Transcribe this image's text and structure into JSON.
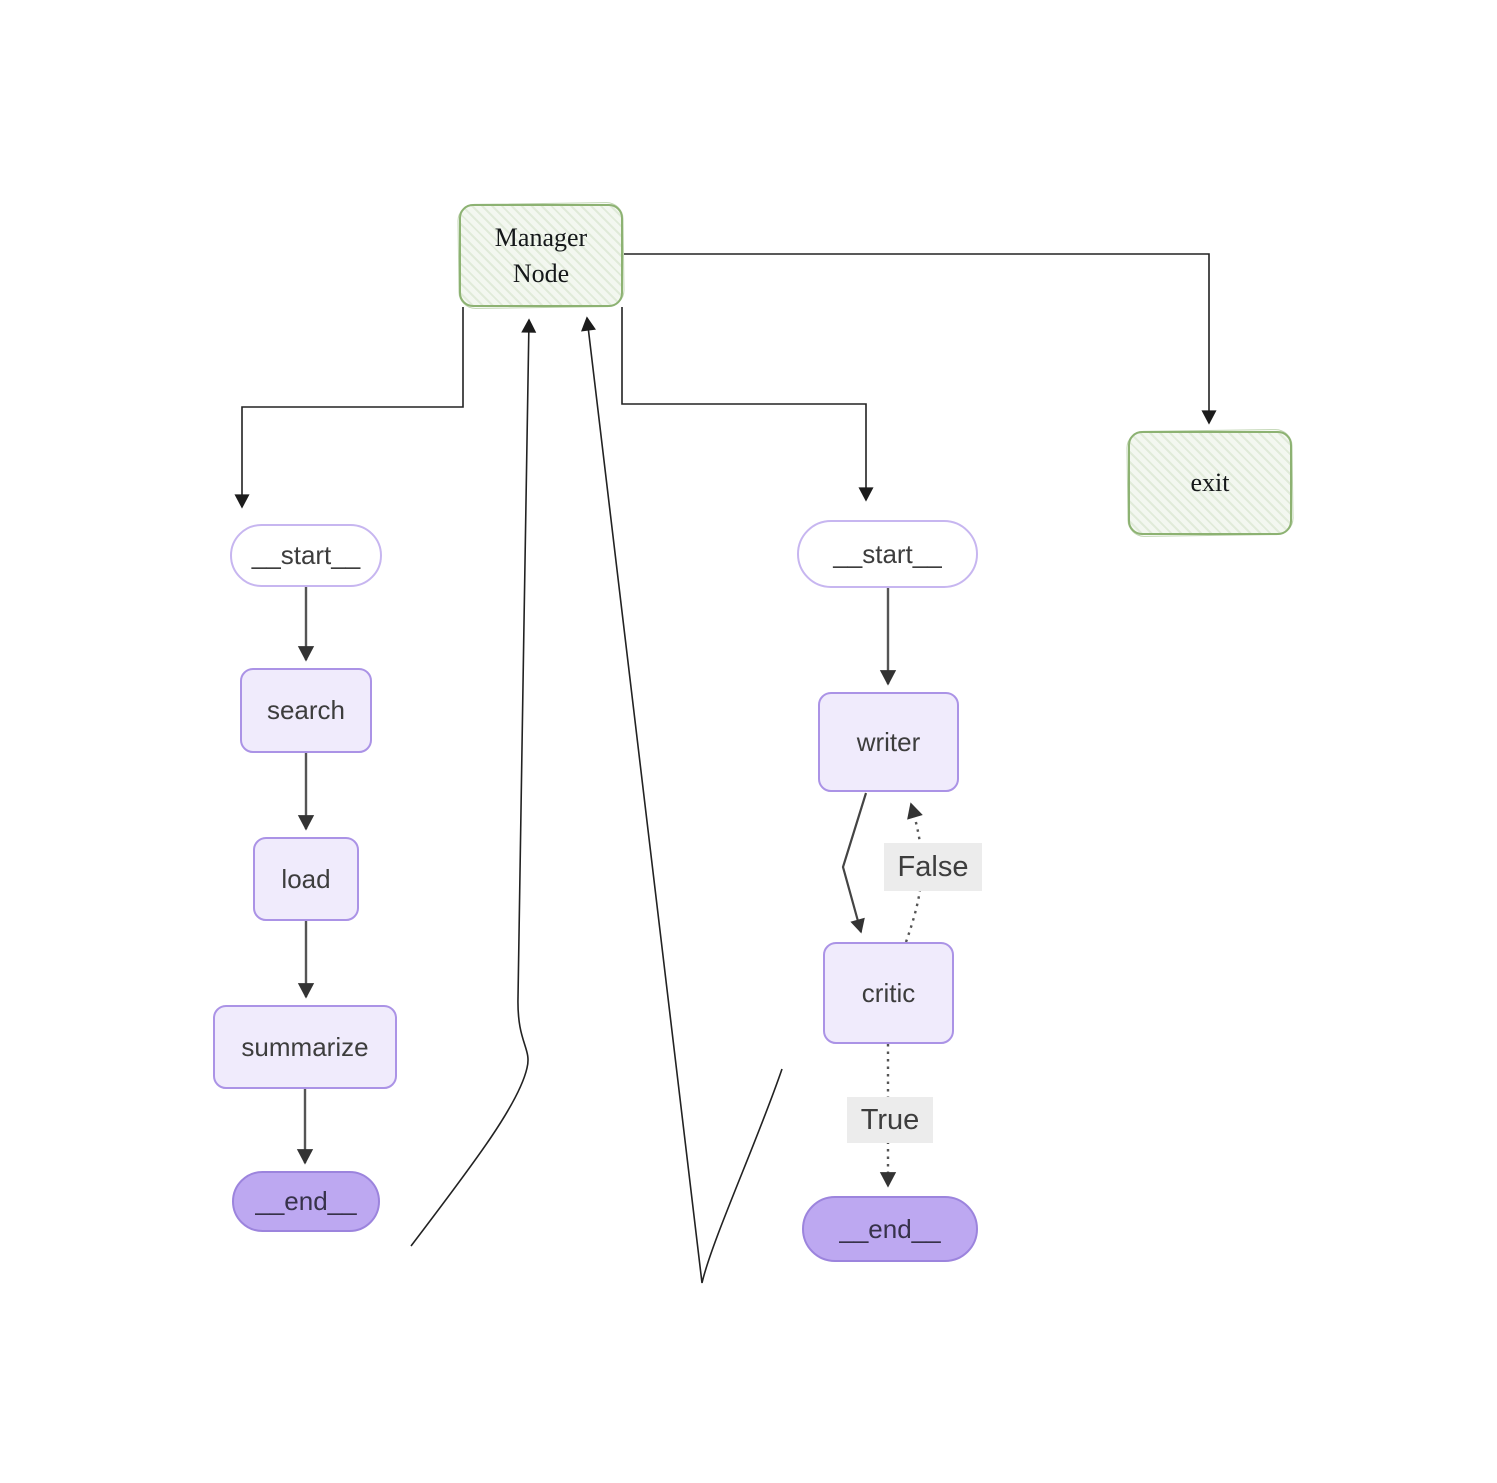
{
  "diagram": {
    "manager": {
      "label": "Manager Node"
    },
    "exit": {
      "label": "exit"
    },
    "left_flow": {
      "start": "__start__",
      "search": "search",
      "load": "load",
      "summarize": "summarize",
      "end": "__end__"
    },
    "right_flow": {
      "start": "__start__",
      "writer": "writer",
      "critic": "critic",
      "end": "__end__"
    },
    "edge_labels": {
      "false_label": "False",
      "true_label": "True"
    },
    "edges": [
      {
        "from": "Manager Node",
        "to": "left __start__",
        "style": "solid-elbow"
      },
      {
        "from": "Manager Node",
        "to": "right __start__",
        "style": "solid-elbow"
      },
      {
        "from": "Manager Node",
        "to": "exit",
        "style": "solid-elbow"
      },
      {
        "from": "left __start__",
        "to": "search",
        "style": "solid"
      },
      {
        "from": "search",
        "to": "load",
        "style": "solid"
      },
      {
        "from": "load",
        "to": "summarize",
        "style": "solid"
      },
      {
        "from": "summarize",
        "to": "left __end__",
        "style": "solid"
      },
      {
        "from": "left subgraph",
        "to": "Manager Node",
        "style": "solid-curve"
      },
      {
        "from": "right __start__",
        "to": "writer",
        "style": "solid"
      },
      {
        "from": "writer",
        "to": "critic",
        "style": "solid"
      },
      {
        "from": "critic",
        "to": "writer",
        "style": "dotted",
        "label": "False"
      },
      {
        "from": "critic",
        "to": "right __end__",
        "style": "dotted",
        "label": "True"
      },
      {
        "from": "right subgraph",
        "to": "Manager Node",
        "style": "solid-curve"
      }
    ],
    "colors": {
      "green_border": "#8db272",
      "green_fill": "#f3f7f0",
      "purple_border": "#ab93e6",
      "purple_fill": "#f0ebfc",
      "end_fill": "#bda8f1",
      "end_border": "#9c84dd",
      "start_border": "#c7b6f0",
      "edge_stroke": "#555555",
      "connector_stroke": "#222222",
      "label_bg": "#ececec",
      "text": "#3d3d3d"
    }
  }
}
